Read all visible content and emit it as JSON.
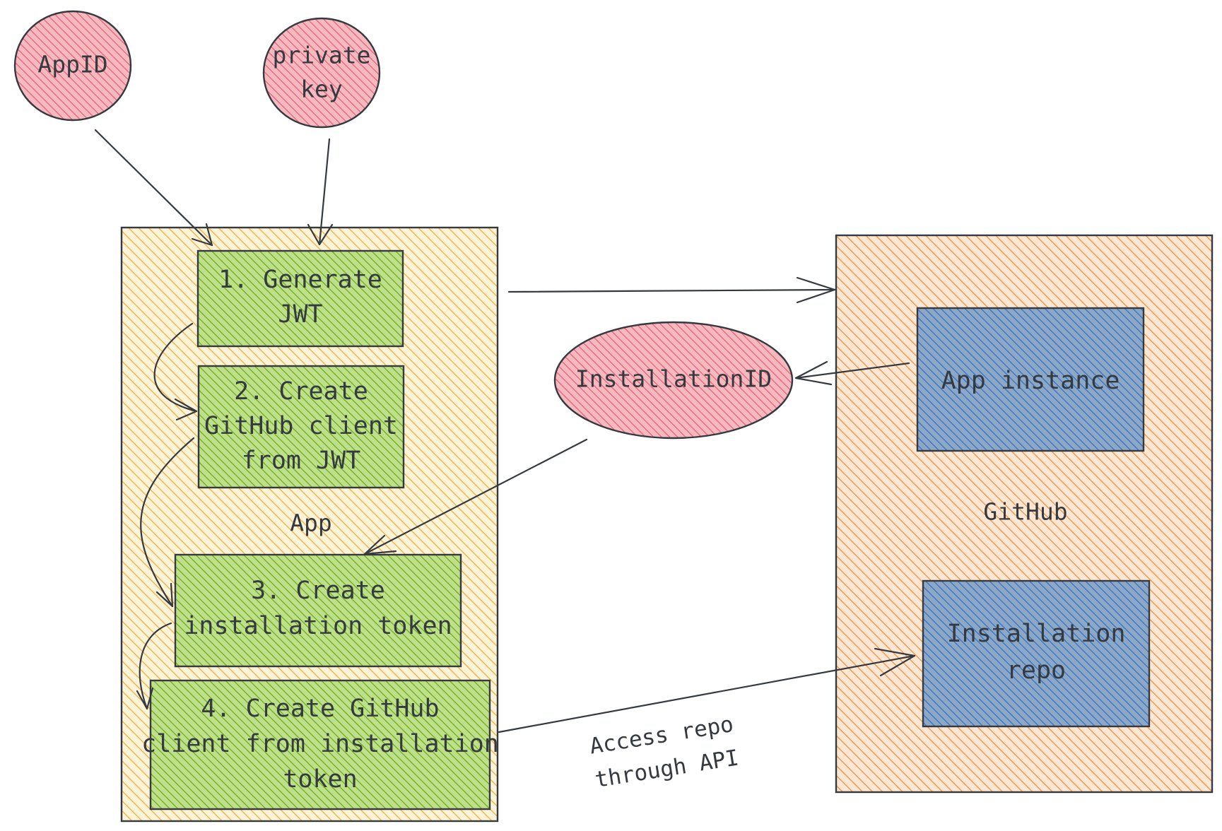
{
  "nodes": {
    "app_id": {
      "label": "AppID",
      "fill": "#f4919c"
    },
    "private_key": {
      "lines": [
        "private",
        "key"
      ],
      "fill": "#f4919c"
    },
    "installation_id": {
      "label": "InstallationID",
      "fill": "#f4919c"
    },
    "app_container": {
      "label": "App",
      "fill": "#f5c542",
      "stroke": "#e8a236"
    },
    "github_container": {
      "label": "GitHub",
      "fill": "#f39a45"
    },
    "step1": {
      "lines": [
        "1. Generate",
        "JWT"
      ],
      "fill": "#7fbf2a"
    },
    "step2": {
      "lines": [
        "2. Create",
        "GitHub client",
        "from JWT"
      ],
      "fill": "#7fbf2a"
    },
    "step3": {
      "lines": [
        "3. Create",
        "installation token"
      ],
      "fill": "#7fbf2a"
    },
    "step4": {
      "lines": [
        "4. Create GitHub",
        "client from installation",
        "token"
      ],
      "fill": "#7fbf2a"
    },
    "app_instance": {
      "label": "App instance",
      "fill": "#4a86c8"
    },
    "installation_repo": {
      "lines": [
        "Installation",
        "repo"
      ],
      "fill": "#4a86c8"
    }
  },
  "edge_labels": {
    "access_repo": [
      "Access repo",
      "through API"
    ]
  },
  "colors": {
    "ink": "#343a40",
    "red": "#e64a5a",
    "orange_hatch": "#e8792b",
    "yellow_hatch": "#f0a830",
    "green_hatch": "#5ea012",
    "blue_hatch": "#2e6fbf"
  }
}
